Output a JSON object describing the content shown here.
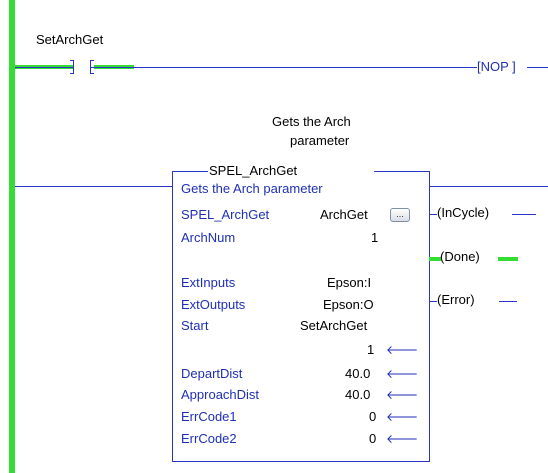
{
  "rung1": {
    "contact_tag": "SetArchGet",
    "nop_label": "[NOP ]"
  },
  "rung2": {
    "description": [
      "Gets the Arch",
      "parameter"
    ],
    "block_name": "SPEL_ArchGet",
    "block_description": "Gets the Arch parameter",
    "tag_row": {
      "label": "SPEL_ArchGet",
      "value": "ArchGet",
      "button": "..."
    },
    "params": [
      {
        "name": "ArchNum",
        "value": "1",
        "colored": true,
        "arrow": false
      },
      {
        "name": "ExtInputs",
        "value": "Epson:I",
        "colored": false,
        "arrow": false
      },
      {
        "name": "ExtOutputs",
        "value": "Epson:O",
        "colored": false,
        "arrow": false
      },
      {
        "name": "Start",
        "value": "SetArchGet",
        "colored": true,
        "arrow": false
      },
      {
        "name": "",
        "value": "1",
        "colored": false,
        "arrow": true
      },
      {
        "name": "DepartDist",
        "value": "40.0",
        "colored": true,
        "arrow": true
      },
      {
        "name": "ApproachDist",
        "value": "40.0",
        "colored": true,
        "arrow": true
      },
      {
        "name": "ErrCode1",
        "value": "0",
        "colored": true,
        "arrow": true
      },
      {
        "name": "ErrCode2",
        "value": "0",
        "colored": true,
        "arrow": true
      }
    ],
    "outputs": [
      {
        "label": "InCycle",
        "energized": false
      },
      {
        "label": "Done",
        "energized": true
      },
      {
        "label": "Error",
        "energized": false
      }
    ],
    "arrow_glyph": "🡐"
  },
  "colors": {
    "wire": "#2a35c8",
    "power": "#33dd33",
    "param_text": "#1f2fb5"
  }
}
